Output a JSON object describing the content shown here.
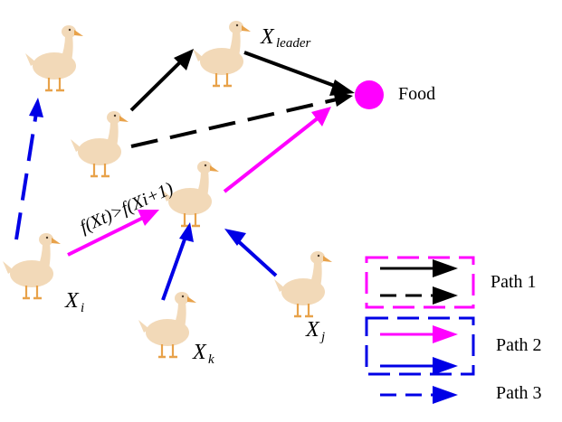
{
  "labels": {
    "leader_main": "X",
    "leader_sub": "leader",
    "xi_main": "X",
    "xi_sub": "i",
    "xk_main": "X",
    "xk_sub": "k",
    "xj_main": "X",
    "xj_sub": "j",
    "food": "Food",
    "fitness": "f(Xt)>f(Xi+1)"
  },
  "legend": {
    "path1": "Path  1",
    "path2": "Path 2",
    "path3": "Path 3"
  },
  "colors": {
    "black": "#000000",
    "magenta": "#ff00ff",
    "blue": "#0000e6",
    "duck_body": "#f2d9b8",
    "duck_beak": "#e8a24a",
    "food": "#ff00ff"
  },
  "icons": [
    "duck-icon",
    "food-dot-icon",
    "arrow-icon"
  ]
}
